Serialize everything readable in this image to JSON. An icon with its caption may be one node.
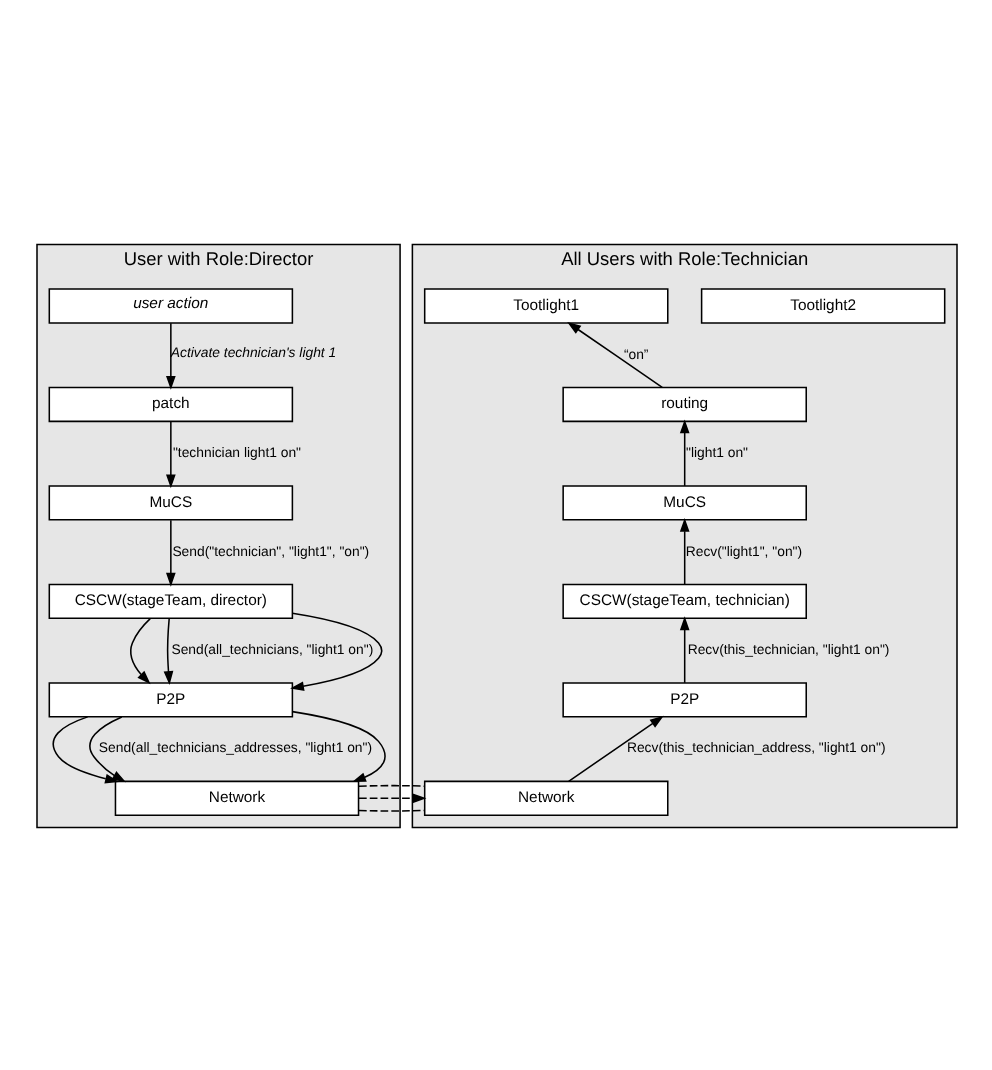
{
  "diagram": {
    "nodes": [
      {
        "text": [
          "User with Role:Director"
        ]
      },
      {
        "text": [
          "user action"
        ],
        "in": 0
      },
      {
        "text": [
          "patch"
        ],
        "in": 0
      },
      {
        "text": [
          "MuCS"
        ],
        "in": 0
      },
      {
        "text": [
          "CSCW(stageTeam, director)"
        ],
        "in": 0
      },
      {
        "text": [
          "P2P"
        ],
        "in": 0
      },
      {
        "text": [
          "Network"
        ],
        "in": 0
      },
      {
        "text": [
          "All Users with Role:Technician"
        ]
      },
      {
        "text": [
          "Tootlight2"
        ],
        "in": 7
      },
      {
        "text": [
          "Tootlight1"
        ],
        "in": 7
      },
      {
        "text": [
          "routing"
        ],
        "in": 7
      },
      {
        "text": [
          "MuCS"
        ],
        "in": 7
      },
      {
        "text": [
          "CSCW(stageTeam, technician)"
        ],
        "in": 7
      },
      {
        "text": [
          "P2P"
        ],
        "in": 7
      },
      {
        "text": [
          "Network"
        ],
        "in": 7
      }
    ],
    "edges": [
      {
        "from": 1,
        "to": 2,
        "arrow": "to",
        "label": "Activate technician's light 1"
      },
      {
        "from": 2,
        "to": 3,
        "arrow": "to",
        "label": "\"technician light1 on\""
      },
      {
        "from": 3,
        "to": 4,
        "arrow": "to",
        "label": "Send(\"technician\", \"light1\", \"on\")"
      },
      {
        "from": 4,
        "to": 5,
        "arrow": "to"
      },
      {
        "from": 4,
        "to": 5,
        "arrow": "to",
        "label": "Send(all_technicians, \"light1 on\")"
      },
      {
        "from": 4,
        "to": 5,
        "arrow": "to"
      },
      {
        "from": 5,
        "to": 6,
        "arrow": "to"
      },
      {
        "from": 5,
        "to": 6,
        "arrow": "to",
        "label": "Send(all_technicians_addresses, \"light1 on\")"
      },
      {
        "from": 5,
        "to": 6,
        "arrow": "to"
      },
      {
        "from": 6,
        "to": 14,
        "arrow": "none",
        "style": "dashed"
      },
      {
        "from": 6,
        "to": 14,
        "arrow": "to",
        "style": "dashed"
      },
      {
        "from": 6,
        "to": 14,
        "arrow": "none",
        "style": "dashed"
      },
      {
        "from": 14,
        "to": 13,
        "arrow": "to",
        "label": "Recv(this_technician_address, \"light1 on\")"
      },
      {
        "from": 13,
        "to": 12,
        "arrow": "to",
        "label": "Recv(this_technician, \"light1 on\")"
      },
      {
        "from": 12,
        "to": 11,
        "arrow": "to",
        "label": "Recv(\"light1\", \"on\")"
      },
      {
        "from": 11,
        "to": 10,
        "arrow": "to",
        "label": "\"light1 on\""
      },
      {
        "from": 10,
        "to": 9,
        "arrow": "to",
        "label": "“on”"
      }
    ]
  }
}
